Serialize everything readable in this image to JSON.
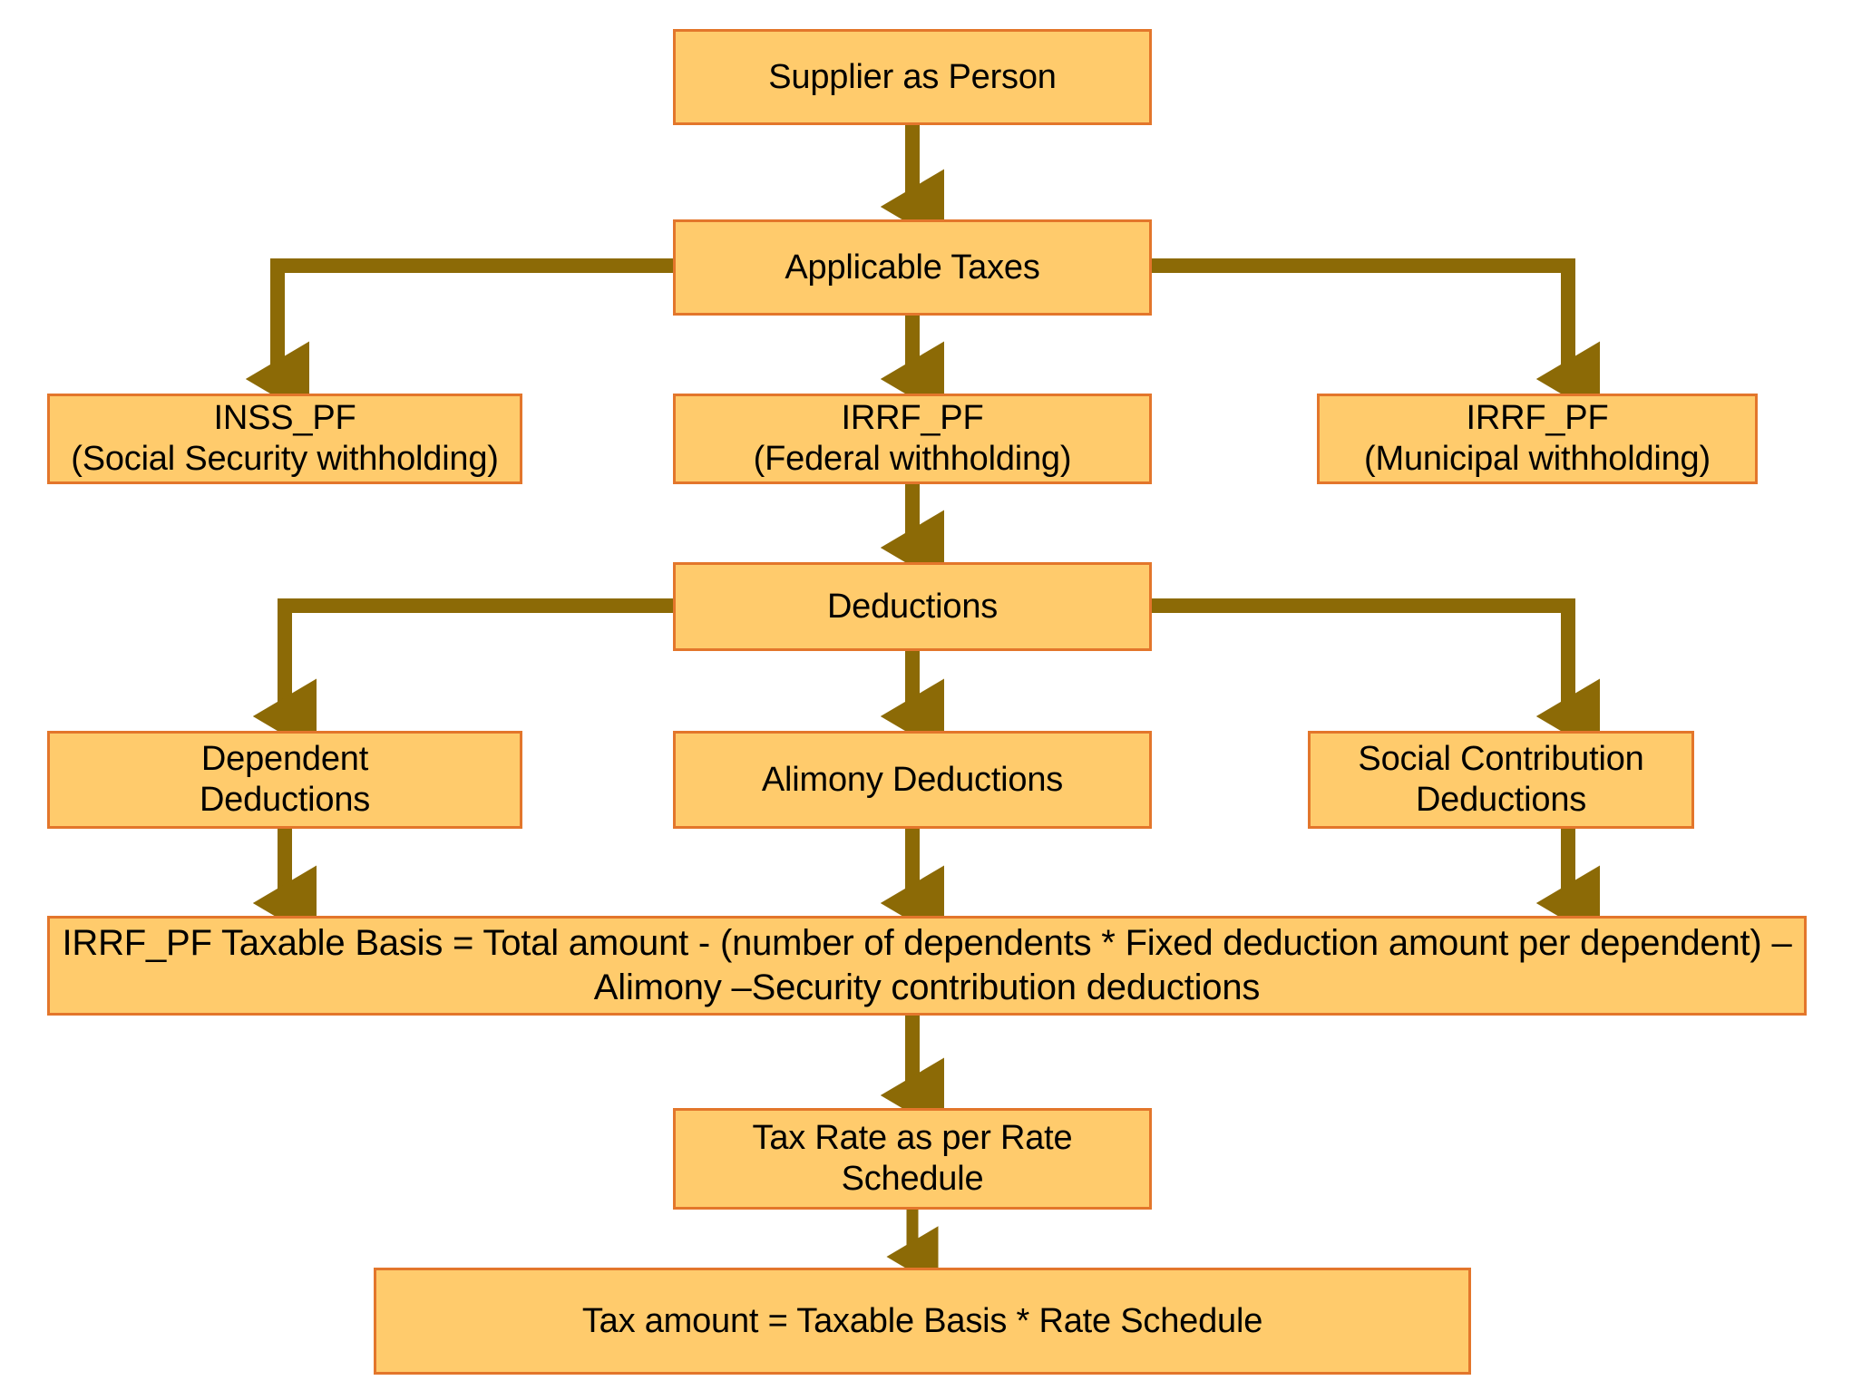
{
  "diagram": {
    "title": "Supplier as Person withholding tax flow",
    "colors": {
      "node_fill": "#FFCB6C",
      "node_border": "#E3762B",
      "connector": "#8C6A06",
      "text": "#000000",
      "background": "#FFFFFF"
    },
    "nodes": {
      "supplier": {
        "label": "Supplier as Person"
      },
      "applicable_taxes": {
        "label": "Applicable Taxes"
      },
      "inss_pf": {
        "label": "INSS_PF\n(Social Security withholding)"
      },
      "irrf_pf_federal": {
        "label": "IRRF_PF\n(Federal withholding)"
      },
      "irrf_pf_municipal": {
        "label": "IRRF_PF\n(Municipal withholding)"
      },
      "deductions": {
        "label": "Deductions"
      },
      "dependent_deductions": {
        "label": "Dependent\nDeductions"
      },
      "alimony_deductions": {
        "label": "Alimony Deductions"
      },
      "social_contribution_deductions": {
        "label": "Social Contribution\nDeductions"
      },
      "taxable_basis_formula": {
        "label": "IRRF_PF Taxable Basis = Total amount - (number of dependents * Fixed deduction amount per dependent) – Alimony –Security contribution deductions"
      },
      "tax_rate": {
        "label": "Tax Rate as per Rate Schedule"
      },
      "tax_amount": {
        "label": "Tax amount = Taxable Basis * Rate Schedule"
      }
    },
    "edges": [
      {
        "from": "supplier",
        "to": "applicable_taxes"
      },
      {
        "from": "applicable_taxes",
        "to": "inss_pf"
      },
      {
        "from": "applicable_taxes",
        "to": "irrf_pf_federal"
      },
      {
        "from": "applicable_taxes",
        "to": "irrf_pf_municipal"
      },
      {
        "from": "irrf_pf_federal",
        "to": "deductions"
      },
      {
        "from": "deductions",
        "to": "dependent_deductions"
      },
      {
        "from": "deductions",
        "to": "alimony_deductions"
      },
      {
        "from": "deductions",
        "to": "social_contribution_deductions"
      },
      {
        "from": "dependent_deductions",
        "to": "taxable_basis_formula"
      },
      {
        "from": "alimony_deductions",
        "to": "taxable_basis_formula"
      },
      {
        "from": "social_contribution_deductions",
        "to": "taxable_basis_formula"
      },
      {
        "from": "taxable_basis_formula",
        "to": "tax_rate"
      },
      {
        "from": "tax_rate",
        "to": "tax_amount"
      }
    ]
  }
}
